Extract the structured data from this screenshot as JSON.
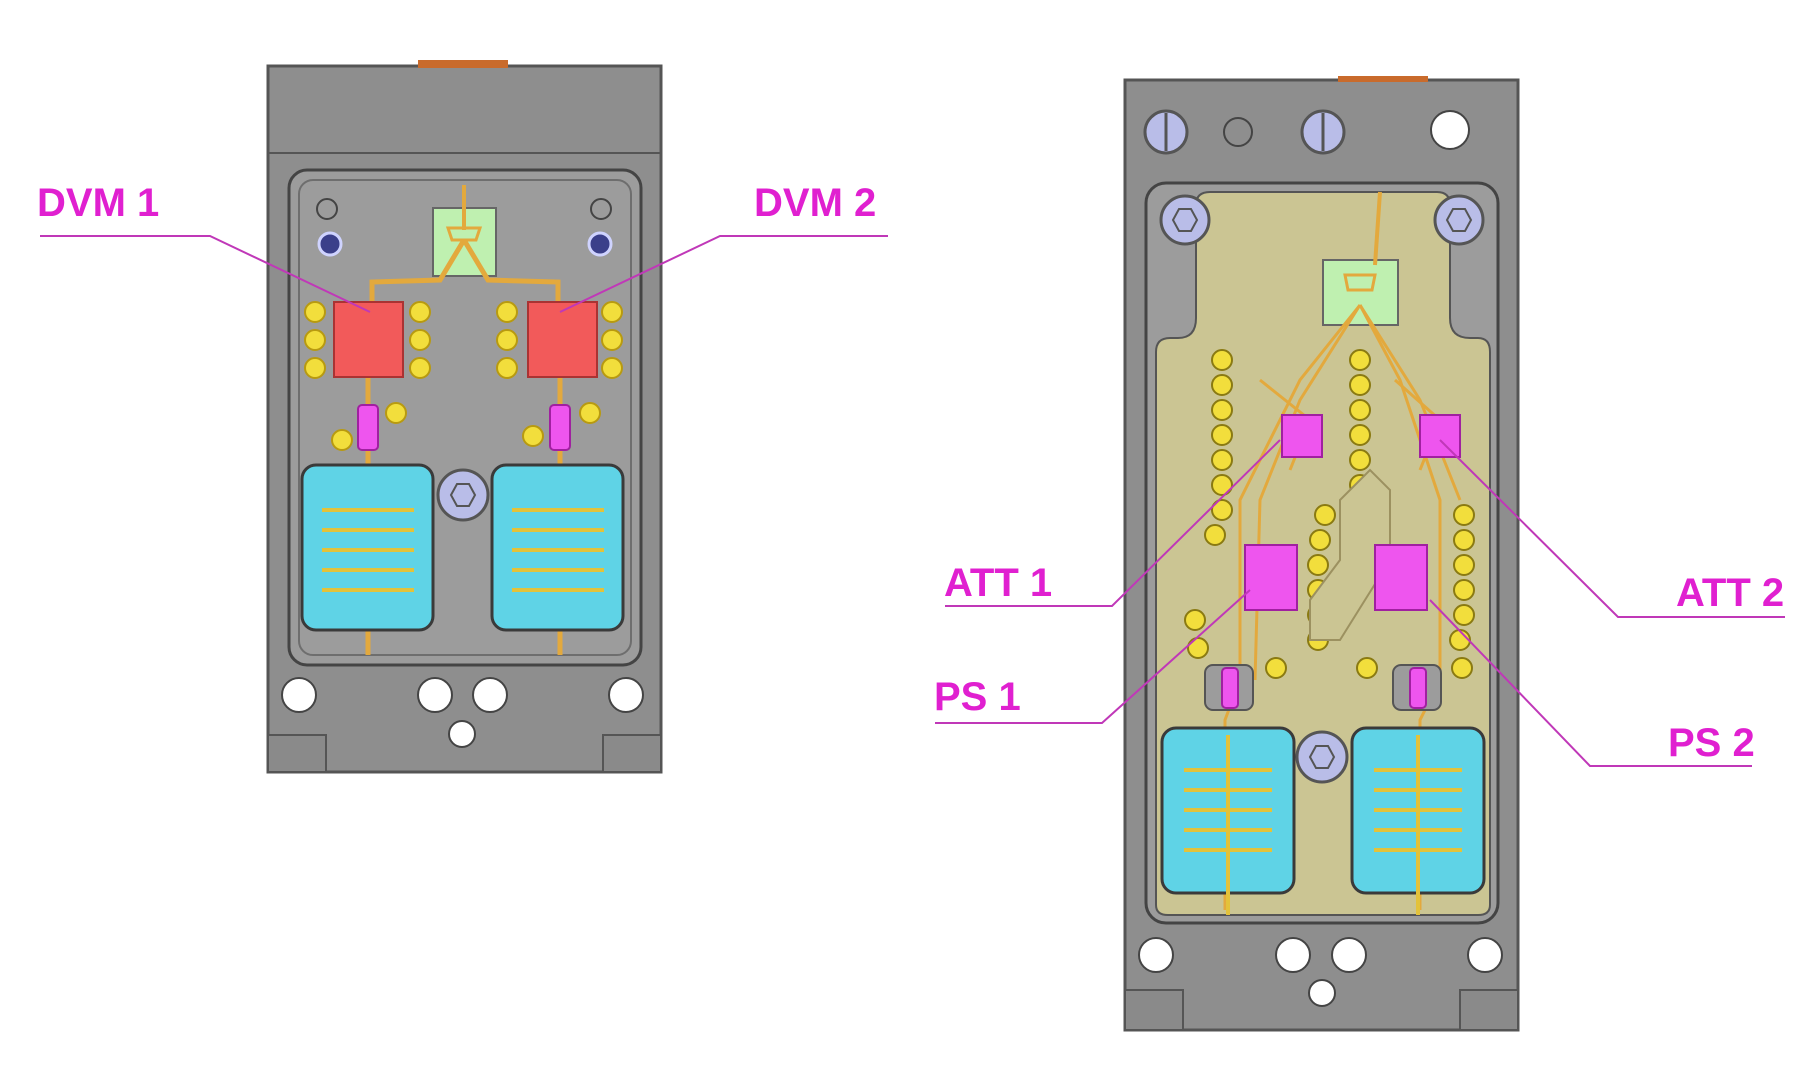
{
  "labels": {
    "dvm1": "DVM 1",
    "dvm2": "DVM 2",
    "att1": "ATT 1",
    "att2": "ATT 2",
    "ps1": "PS 1",
    "ps2": "PS 2"
  },
  "colors": {
    "label": "#e020d0",
    "leader": "#c038b8",
    "housing": "#8e8e8e",
    "housing_edge": "#555555",
    "cavity": "#9c9c9c",
    "substrate": "#cbc593",
    "pad": "#f2de3c",
    "trace": "#e3a93d",
    "dvm_chip": "#f25a5a",
    "mmic_chip": "#ee55ee",
    "filter": "#5fd3e6",
    "diode_box": "#bff0b0",
    "screw": "#b9bde8",
    "hole": "#ffffff"
  },
  "icons": [
    "screw-icon",
    "mounting-hole-icon"
  ]
}
